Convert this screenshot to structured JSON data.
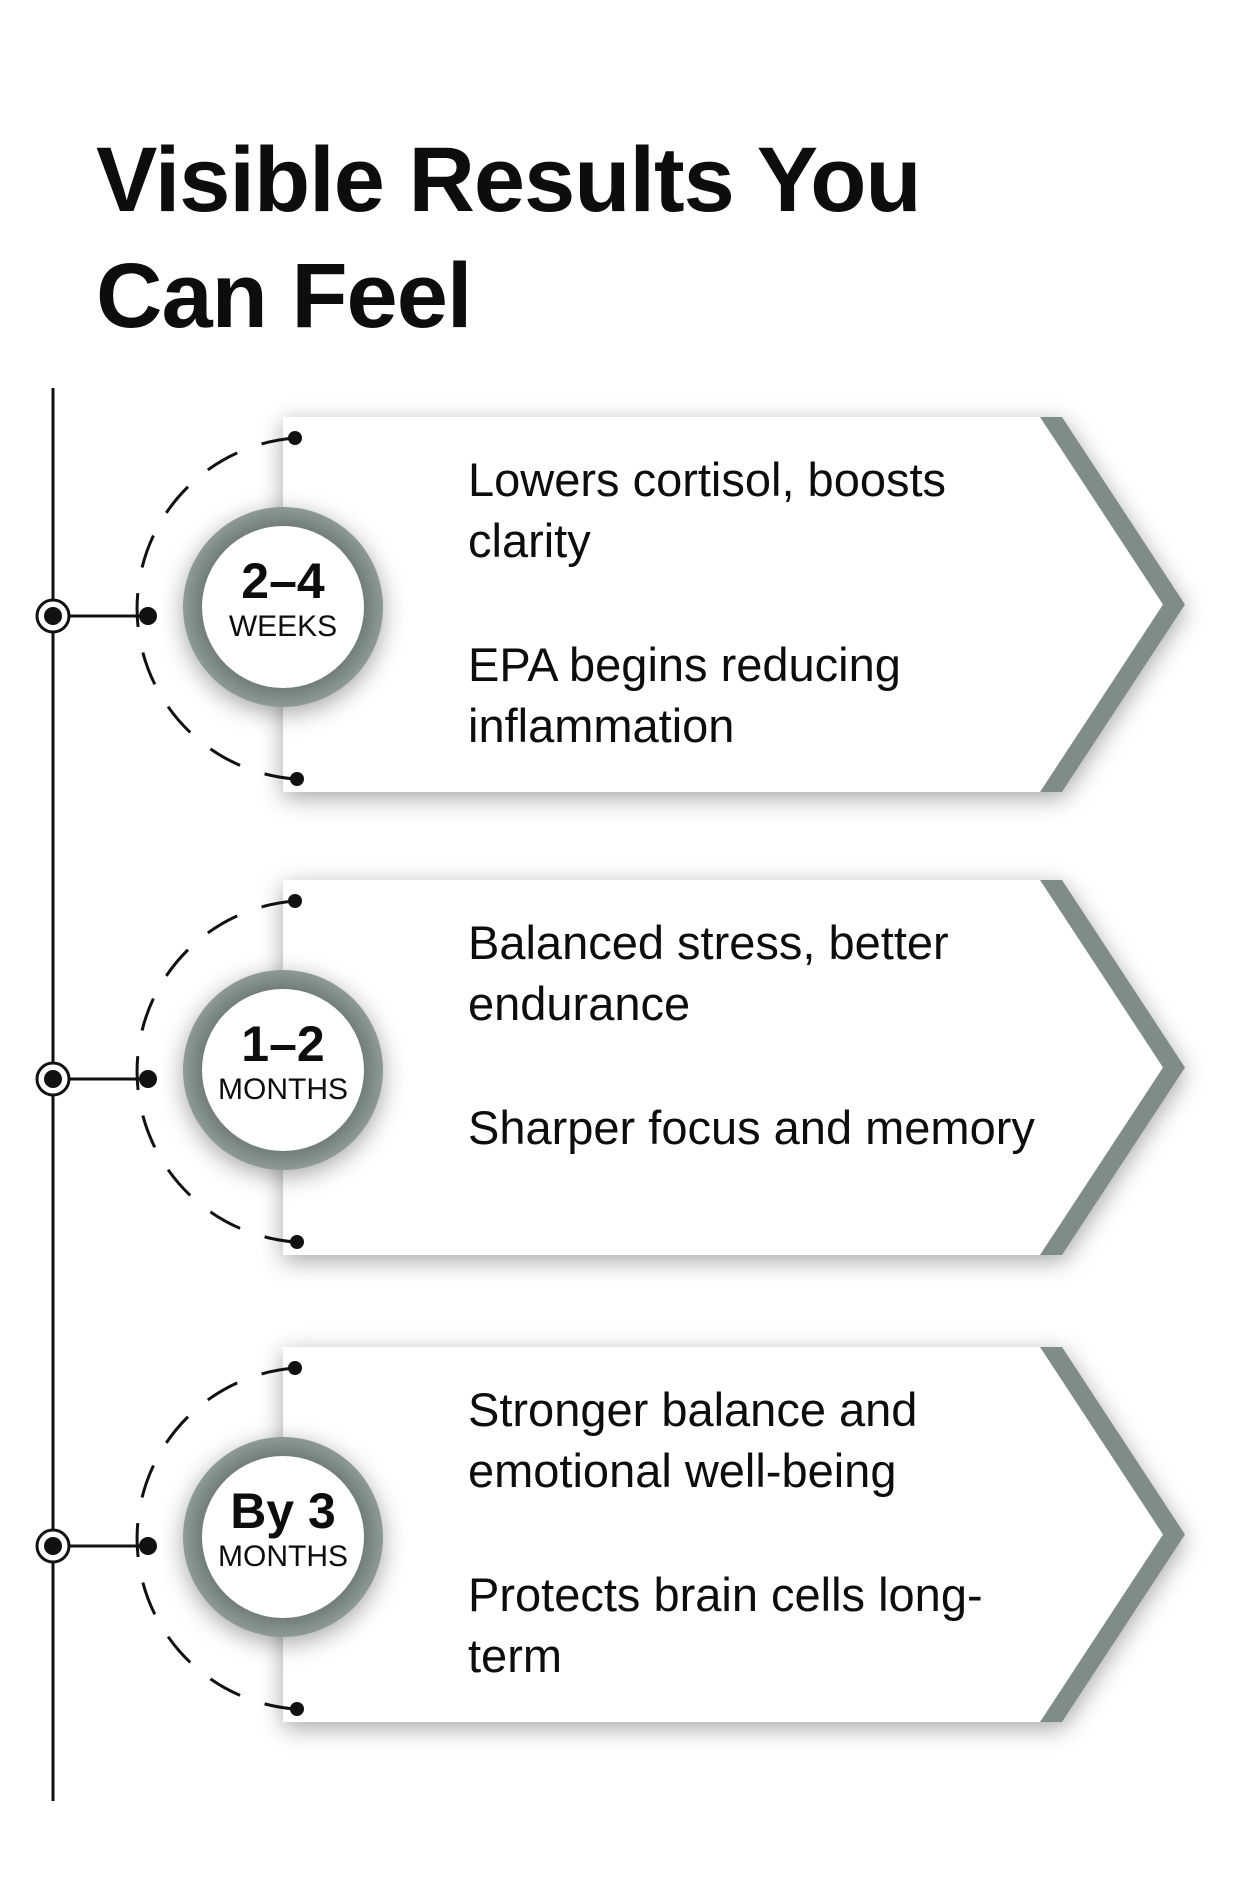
{
  "title": [
    "Visible Results You",
    "Can Feel"
  ],
  "colors": {
    "accent": "#7f8c88",
    "text": "#0d0d0d",
    "background": "#ffffff"
  },
  "items": [
    {
      "number": "2–4",
      "unit": "WEEKS",
      "points": [
        "Lowers cortisol, boosts clarity",
        "EPA begins reducing inflammation"
      ]
    },
    {
      "number": "1–2",
      "unit": "MONTHS",
      "points": [
        "Balanced stress, better endurance",
        "Sharper focus and memory"
      ]
    },
    {
      "number": "By 3",
      "unit": "MONTHS",
      "points": [
        "Stronger balance and emotional well-being",
        "Protects brain cells long-term"
      ]
    }
  ]
}
